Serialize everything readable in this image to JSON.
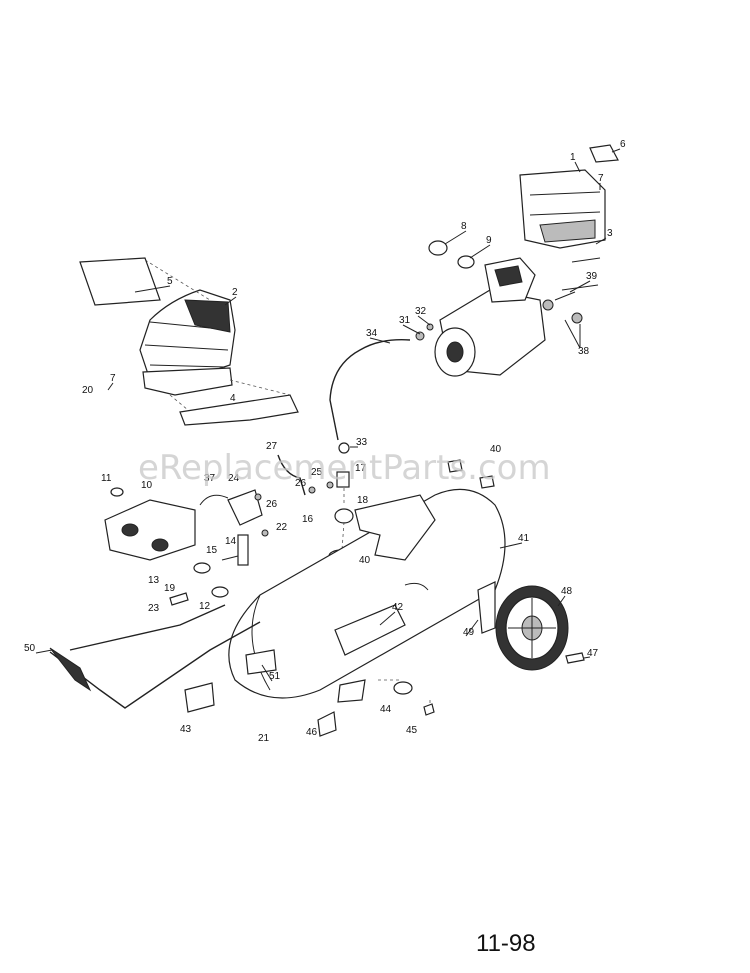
{
  "watermark": "eReplacementParts.com",
  "page_number": "11-98",
  "callouts": [
    "1",
    "2",
    "3",
    "4",
    "5",
    "6",
    "7",
    "7",
    "8",
    "9",
    "10",
    "11",
    "12",
    "13",
    "14",
    "15",
    "16",
    "17",
    "18",
    "19",
    "20",
    "21",
    "22",
    "23",
    "24",
    "25",
    "26",
    "26",
    "27",
    "31",
    "32",
    "33",
    "34",
    "37",
    "38",
    "39",
    "40",
    "40",
    "41",
    "42",
    "43",
    "44",
    "45",
    "46",
    "47",
    "48",
    "49",
    "50",
    "51"
  ]
}
